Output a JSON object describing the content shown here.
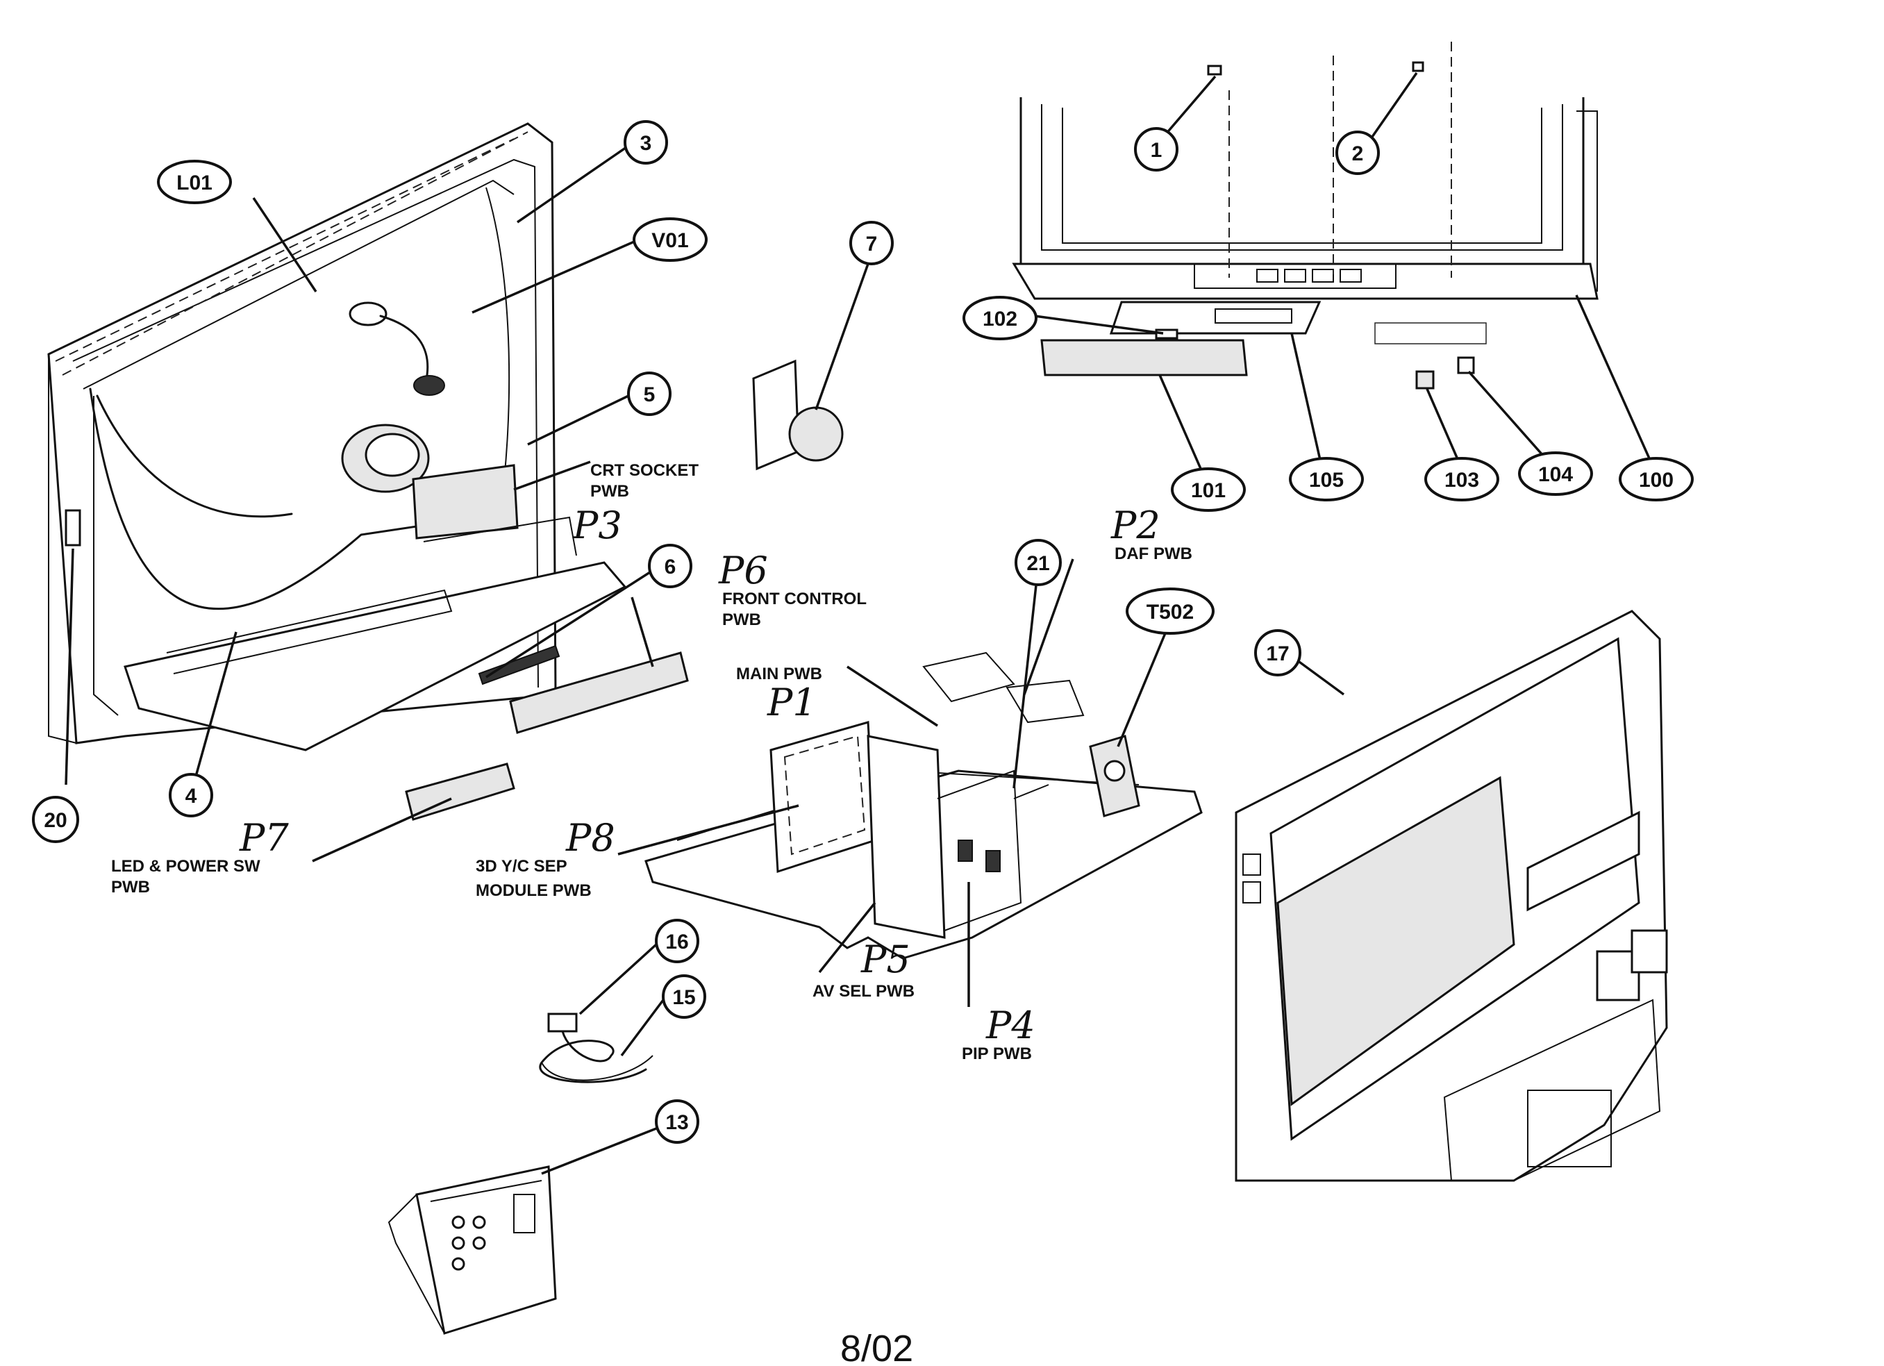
{
  "callouts": [
    {
      "id": "c-L01",
      "text": "L01"
    },
    {
      "id": "c-3",
      "text": "3"
    },
    {
      "id": "c-V01",
      "text": "V01"
    },
    {
      "id": "c-5",
      "text": "5"
    },
    {
      "id": "c-7",
      "text": "7"
    },
    {
      "id": "c-1",
      "text": "1"
    },
    {
      "id": "c-2",
      "text": "2"
    },
    {
      "id": "c-102",
      "text": "102"
    },
    {
      "id": "c-101",
      "text": "101"
    },
    {
      "id": "c-105",
      "text": "105"
    },
    {
      "id": "c-103",
      "text": "103"
    },
    {
      "id": "c-104",
      "text": "104"
    },
    {
      "id": "c-100",
      "text": "100"
    },
    {
      "id": "c-6",
      "text": "6"
    },
    {
      "id": "c-21",
      "text": "21"
    },
    {
      "id": "c-T502",
      "text": "T502"
    },
    {
      "id": "c-17",
      "text": "17"
    },
    {
      "id": "c-4",
      "text": "4"
    },
    {
      "id": "c-20",
      "text": "20"
    },
    {
      "id": "c-16",
      "text": "16"
    },
    {
      "id": "c-15",
      "text": "15"
    },
    {
      "id": "c-13",
      "text": "13"
    }
  ],
  "labels": {
    "crt_socket_1": "CRT SOCKET",
    "crt_socket_2": "PWB",
    "daf_pwb": "DAF PWB",
    "front_control_1": "FRONT CONTROL",
    "front_control_2": "PWB",
    "main_pwb": "MAIN PWB",
    "led_power_1": "LED & POWER SW",
    "led_power_2": "PWB",
    "sep_module_1": "3D Y/C SEP",
    "sep_module_2": "MODULE PWB",
    "av_sel_pwb": "AV SEL PWB",
    "pip_pwb": "PIP PWB"
  },
  "handwritten": {
    "p1": "P1",
    "p2": "P2",
    "p3": "P3",
    "p4": "P4",
    "p5": "P5",
    "p6": "P6",
    "p7": "P7",
    "p8": "P8"
  },
  "date": "8/02"
}
